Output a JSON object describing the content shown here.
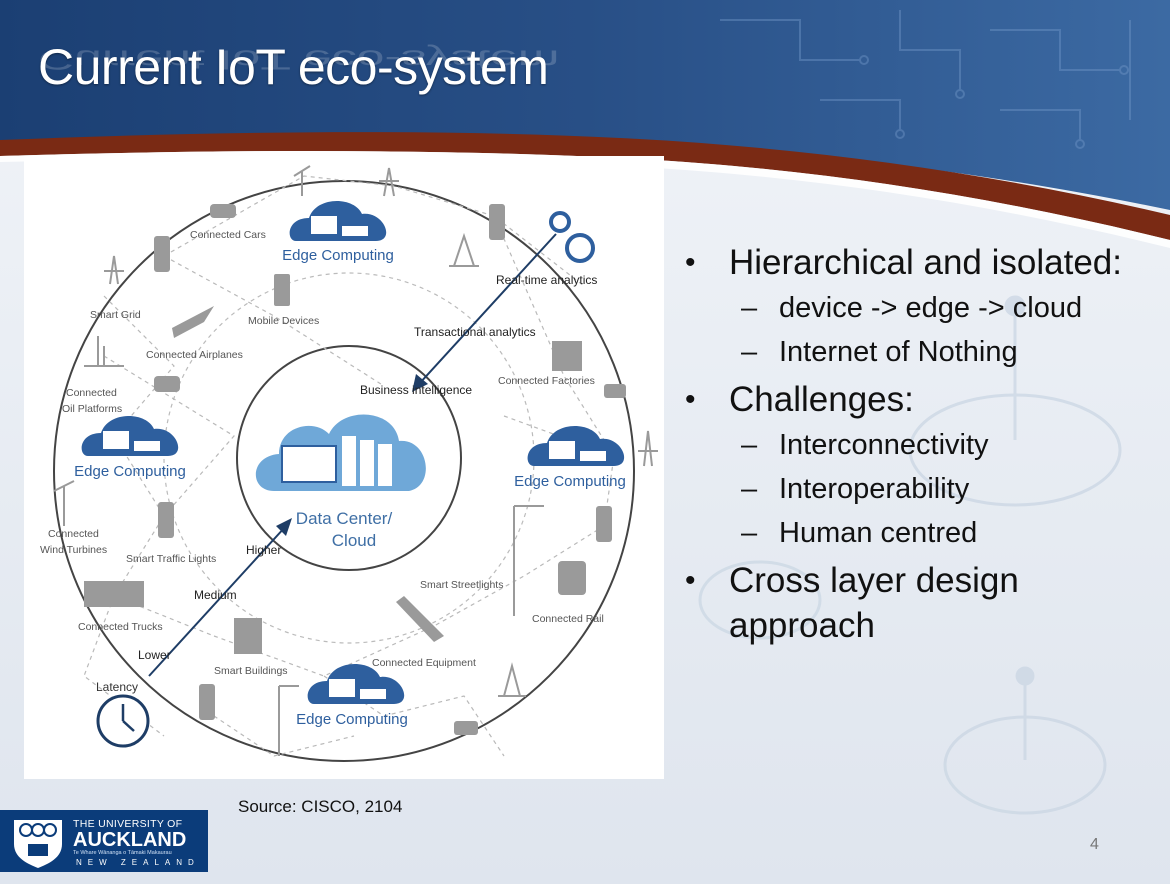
{
  "slide": {
    "title": "Current IoT eco-system",
    "source": "Source: CISCO, 2104",
    "page_number": "4"
  },
  "colors": {
    "header_blue": "#173d74",
    "accent_brown": "#7a2a14",
    "diagram_blue": "#2e5f9e",
    "cloud_blue": "#6fa8d8"
  },
  "bullets": [
    {
      "text": "Hierarchical and isolated:",
      "children": [
        "device -> edge -> cloud",
        "Internet of Nothing"
      ]
    },
    {
      "text": "Challenges:",
      "children": [
        "Interconnectivity",
        "Interoperability",
        "Human centred"
      ]
    },
    {
      "text": "Cross layer design approach",
      "children": []
    }
  ],
  "diagram": {
    "center_label_1": "Data Center/",
    "center_label_2": "Cloud",
    "edge_computing": "Edge Computing",
    "realtime": "Real-time analytics",
    "transactional": "Transactional analytics",
    "business": "Business intelligence",
    "higher": "Higher",
    "medium": "Medium",
    "lower": "Lower",
    "latency": "Latency",
    "devices": {
      "connected_cars": "Connected Cars",
      "smart_grid": "Smart Grid",
      "mobile_devices": "Mobile Devices",
      "connected_airplanes": "Connected Airplanes",
      "connected_oil": "Connected",
      "connected_oil2": "Oil Platforms",
      "connected_factories": "Connected Factories",
      "connected_wind": "Connected",
      "connected_wind2": "Wind Turbines",
      "smart_traffic": "Smart Traffic Lights",
      "smart_streetlights": "Smart Streetlights",
      "connected_rail": "Connected Rail",
      "connected_trucks": "Connected Trucks",
      "smart_buildings": "Smart Buildings",
      "connected_equipment": "Connected Equipment"
    }
  },
  "logo": {
    "line1": "THE UNIVERSITY OF",
    "line2": "AUCKLAND",
    "line3": "Te Whare Wānanga o Tāmaki Makaurau",
    "line4": "NEW ZEALAND"
  }
}
